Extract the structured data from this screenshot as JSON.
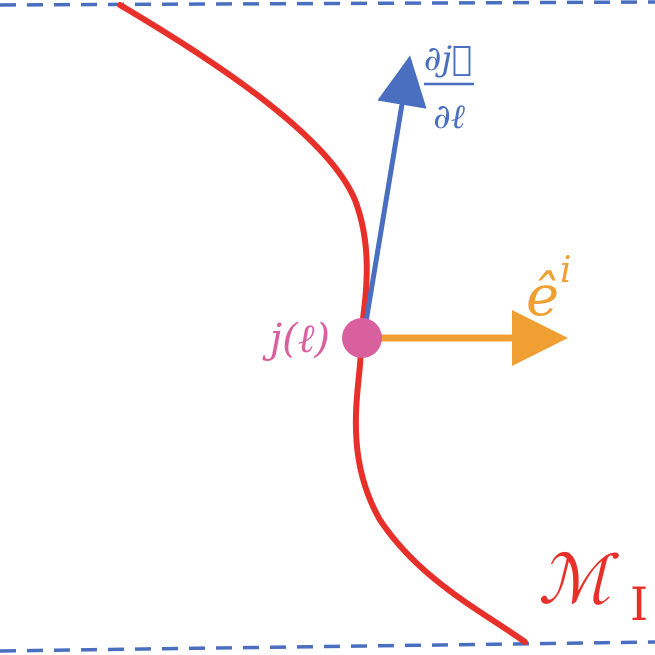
{
  "labels": {
    "derivative_numerator": "∂j⃗",
    "derivative_denominator": "∂ℓ",
    "unit_vector_base": "ê",
    "unit_vector_superscript": "i",
    "point_label": "j(ℓ)",
    "manifold_symbol": "ℳ",
    "manifold_subscript": "I"
  },
  "colors": {
    "curve": "#e8302a",
    "boundary": "#4a6fc0",
    "tangent_vector": "#4a6fc0",
    "unit_vector": "#f0a033",
    "point": "#d9609f",
    "point_label": "#d9609f",
    "manifold_label": "#e8302a",
    "derivative_label": "#4a6fc0",
    "unit_vector_label": "#f0a033"
  },
  "boundaries": {
    "top_style": "dashed",
    "bottom_style": "dashed"
  }
}
